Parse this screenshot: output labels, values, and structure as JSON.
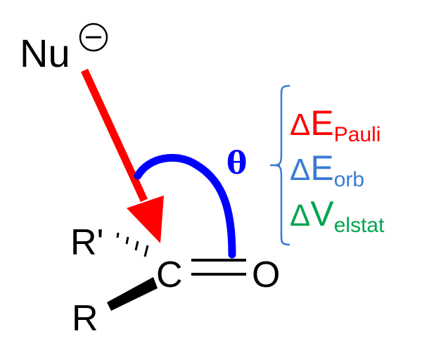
{
  "molecule": {
    "nucleophile": "Nu",
    "nucleophile_charge": "−",
    "carbon": "C",
    "oxygen": "O",
    "substituent_r": "R",
    "substituent_r_prime": "R'"
  },
  "angle": {
    "symbol": "θ",
    "color": "#0000ff"
  },
  "arrow": {
    "color": "#ff0000"
  },
  "energy_terms": [
    {
      "delta": "Δ",
      "main": "E",
      "sub": "Pauli",
      "color": "#ff0000"
    },
    {
      "delta": "Δ",
      "main": "E",
      "sub": "orb",
      "color": "#3a7bd5"
    },
    {
      "delta": "Δ",
      "main": "V",
      "sub": "elstat",
      "color": "#00a650"
    }
  ],
  "bracket_color": "#3a7bd5"
}
